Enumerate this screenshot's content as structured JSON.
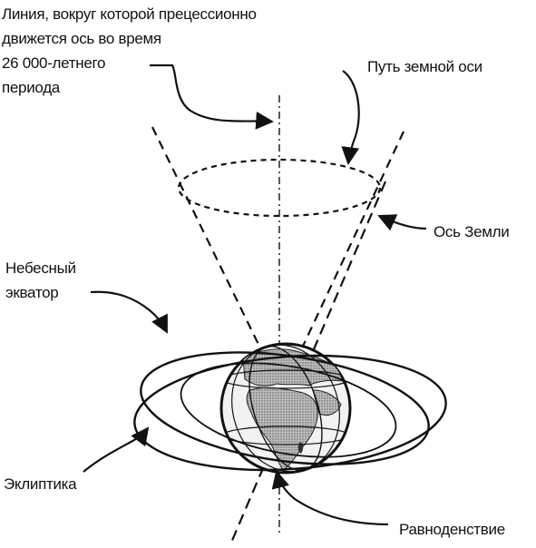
{
  "labels": {
    "precession_line": [
      "Линия, вокруг которой прецессионно",
      "движется ось во время",
      "26 000-летнего",
      "периода"
    ],
    "earth_axis_path": "Путь земной оси",
    "earth_axis": "Ось Земли",
    "celestial_equator": [
      "Небесный",
      "экватор"
    ],
    "ecliptic": "Эклиптика",
    "equinox": "Равноденствие"
  },
  "colors": {
    "ink": "#111111",
    "globe_land": "#8a8a8a",
    "globe_sea": "#e8e8e8"
  }
}
